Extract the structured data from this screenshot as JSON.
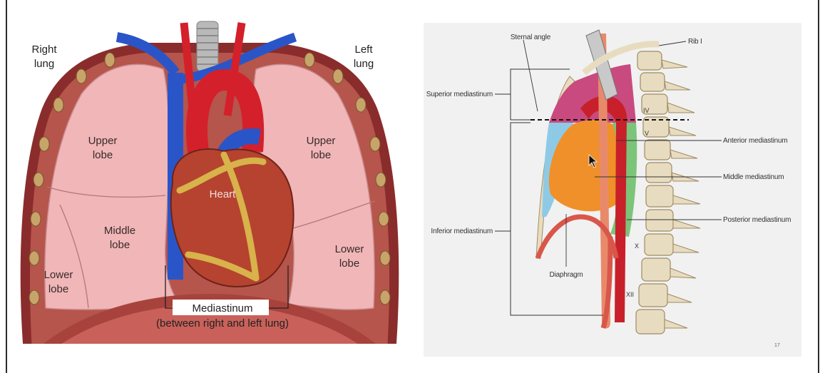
{
  "left_figure": {
    "right_lung": [
      "Right",
      "lung"
    ],
    "left_lung": [
      "Left",
      "lung"
    ],
    "right_upper": [
      "Upper",
      "lobe"
    ],
    "right_middle": [
      "Middle",
      "lobe"
    ],
    "right_lower": [
      "Lower",
      "lobe"
    ],
    "left_upper": [
      "Upper",
      "lobe"
    ],
    "left_lower": [
      "Lower",
      "lobe"
    ],
    "heart": "Heart",
    "mediastinum": "Mediastinum",
    "mediastinum_note": "(between right and left lung)"
  },
  "right_figure": {
    "sternal_angle": "Sternal angle",
    "rib_i": "Rib I",
    "superior_mediastinum": "Superior mediastinum",
    "anterior_mediastinum": "Anterior mediastinum",
    "middle_mediastinum": "Middle mediastinum",
    "posterior_mediastinum": "Posterior mediastinum",
    "inferior_mediastinum": "Inferior mediastinum",
    "diaphragm": "Diaphragm",
    "vertebra_iv": "IV",
    "vertebra_v": "V",
    "vertebra_x": "X",
    "vertebra_xii": "XII",
    "slide_number": "17"
  },
  "colors": {
    "lung": "#f0b6b8",
    "heart": "#b5432f",
    "artery": "#d4202a",
    "vein": "#2a55c8",
    "fat": "#d8b24a",
    "middle_mediastinum": "#f0902a",
    "posterior_mediastinum": "#7cc47a",
    "superior_mediastinum": "#c94a7e",
    "bone": "#e8dcc0"
  }
}
